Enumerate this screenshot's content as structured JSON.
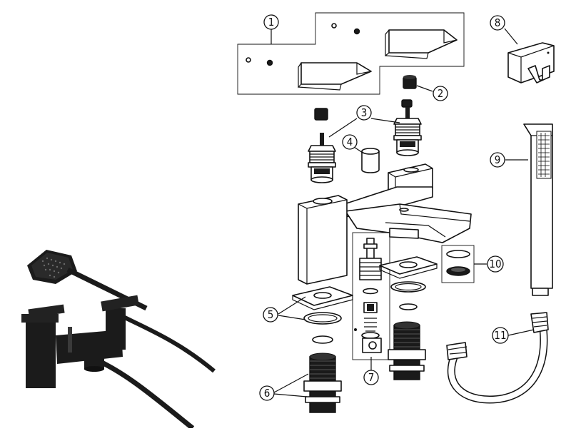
{
  "colors": {
    "line": "#111111",
    "background": "#ffffff",
    "tap_finish": "#1b1b1b"
  },
  "photo": {
    "description_icon": "black-bath-shower-mixer-photo"
  },
  "callouts": {
    "c1": "1",
    "c2": "2",
    "c3": "3",
    "c4": "4",
    "c5": "5",
    "c6": "6",
    "c7": "7",
    "c8": "8",
    "c9": "9",
    "c10": "10",
    "c11": "11"
  }
}
